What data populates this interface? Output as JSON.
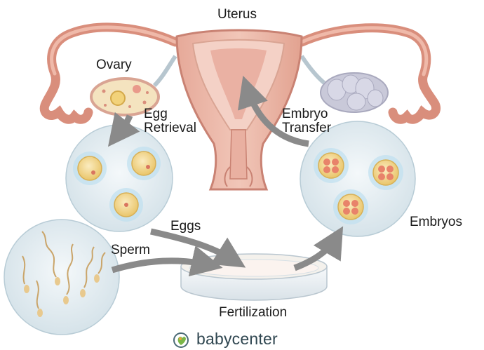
{
  "labels": {
    "uterus": "Uterus",
    "ovary": "Ovary",
    "egg_retrieval_1": "Egg",
    "egg_retrieval_2": "Retrieval",
    "embryo_transfer_1": "Embryo",
    "embryo_transfer_2": "Transfer",
    "eggs": "Eggs",
    "sperm": "Sperm",
    "embryos": "Embryos",
    "fertilization": "Fertilization"
  },
  "brand": {
    "name": "babycenter",
    "icon": "babycenter-logo-icon",
    "color": "#2f4650"
  },
  "colors": {
    "tissue": "#e8b4a3",
    "tissue_dark": "#c98273",
    "bubble": "#dfe9ee",
    "egg_yolk": "#f3d88a",
    "arrow": "#8a8a8a"
  }
}
